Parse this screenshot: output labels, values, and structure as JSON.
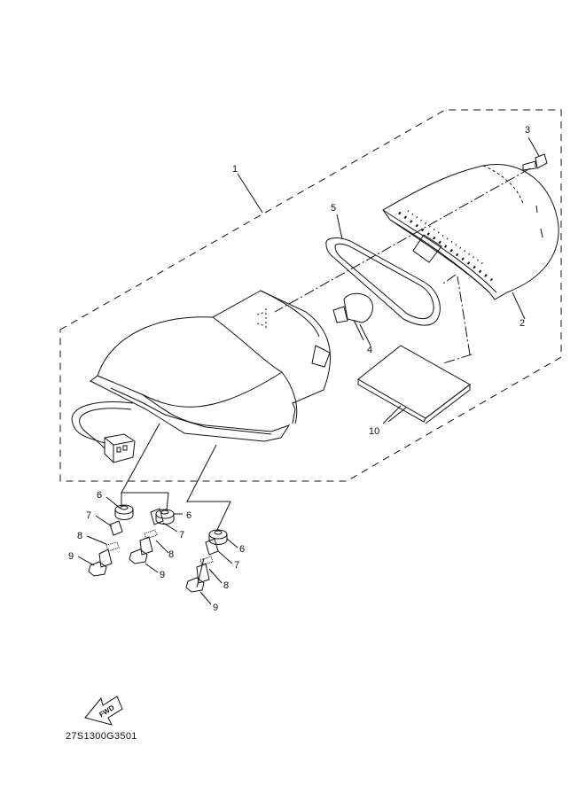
{
  "diagram": {
    "callouts": {
      "c1": "1",
      "c2": "2",
      "c3": "3",
      "c4": "4",
      "c5": "5",
      "c6a": "6",
      "c6b": "6",
      "c6c": "6",
      "c7a": "7",
      "c7b": "7",
      "c7c": "7",
      "c8a": "8",
      "c8b": "8",
      "c8c": "8",
      "c9a": "9",
      "c9b": "9",
      "c9c": "9",
      "c10": "10"
    },
    "fwd_label": "FWD",
    "drawing_code": "27S1300G3501"
  }
}
